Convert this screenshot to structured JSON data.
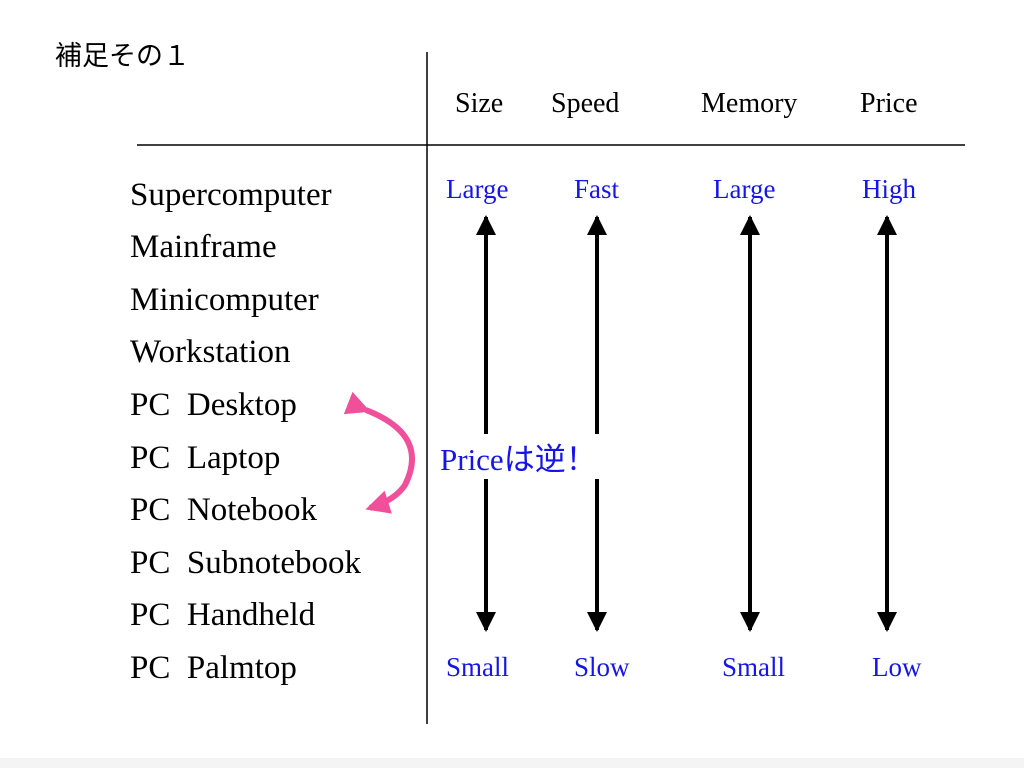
{
  "slide": {
    "title": "補足その１",
    "columns": [
      {
        "header": "Size",
        "top": "Large",
        "bottom": "Small"
      },
      {
        "header": "Speed",
        "top": "Fast",
        "bottom": "Slow"
      },
      {
        "header": "Memory",
        "top": "Large",
        "bottom": "Small"
      },
      {
        "header": "Price",
        "top": "High",
        "bottom": "Low"
      }
    ],
    "rows": [
      "Supercomputer",
      "Mainframe",
      "Minicomputer",
      "Workstation",
      "PC  Desktop",
      "PC  Laptop",
      "PC  Notebook",
      "PC  Subnotebook",
      "PC  Handheld",
      "PC  Palmtop"
    ],
    "callout": "Priceは逆！",
    "colors": {
      "text": "#000000",
      "accent_blue": "#1515e8",
      "arrow_pink": "#f0509a"
    }
  }
}
